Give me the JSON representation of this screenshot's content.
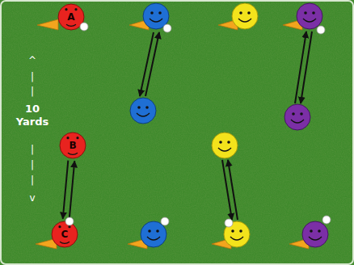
{
  "diagram": {
    "nodes": [
      {
        "text": [
          "A"
        ]
      },
      {
        "text": [
          "B"
        ]
      },
      {
        "text": [
          "C"
        ]
      }
    ],
    "edges": [
      {
        "from": 2,
        "to": 1,
        "arrow": "to"
      },
      {
        "from": 1,
        "to": 2,
        "arrow": "to"
      }
    ],
    "labels": [
      "^",
      "|",
      "|",
      "10 Yards",
      "|",
      "|",
      "|",
      "v"
    ]
  }
}
